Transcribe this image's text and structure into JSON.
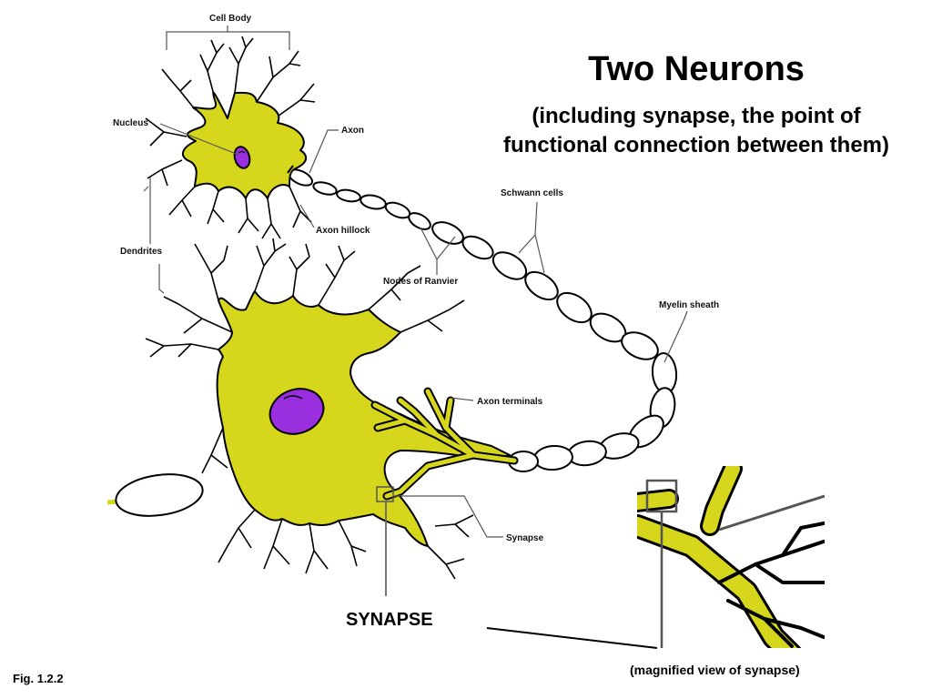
{
  "title": "Two Neurons",
  "subtitle": "(including synapse, the point of functional connection between them)",
  "labels": {
    "cell_body": "Cell Body",
    "nucleus": "Nucleus",
    "axon": "Axon",
    "dendrites": "Dendrites",
    "axon_hillock": "Axon hillock",
    "nodes_of_ranvier": "Nodes of Ranvier",
    "schwann_cells": "Schwann cells",
    "myelin_sheath": "Myelin sheath",
    "axon_terminals": "Axon terminals",
    "synapse": "Synapse"
  },
  "synapse_callout": "SYNAPSE",
  "magnified_caption": "(magnified view of synapse)",
  "figure_label": "Fig. 1.2.2",
  "colors": {
    "cell": "#d6d61c",
    "nucleus": "#9a2fe0",
    "outline": "#000000",
    "myelin": "#ffffff",
    "leader": "#555555"
  }
}
